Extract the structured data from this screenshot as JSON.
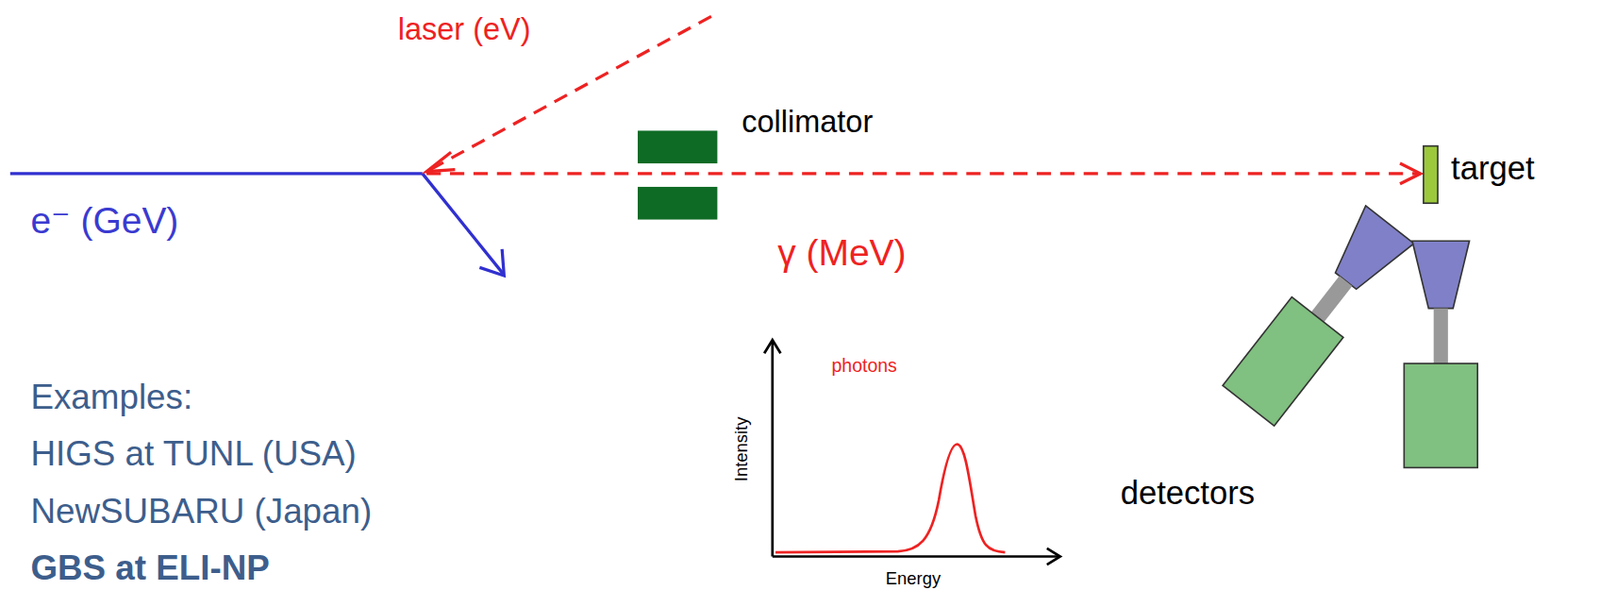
{
  "diagram": {
    "labels": [
      "laser (eV)",
      "collimator",
      "e⁻ (GeV)",
      "γ (MeV)",
      "target",
      "photons",
      "Intensity",
      "Energy",
      "detectors",
      "Examples:",
      "HIGS at TUNL (USA)",
      "NewSUBARU (Japan)",
      "GBS at ELI-NP"
    ]
  }
}
